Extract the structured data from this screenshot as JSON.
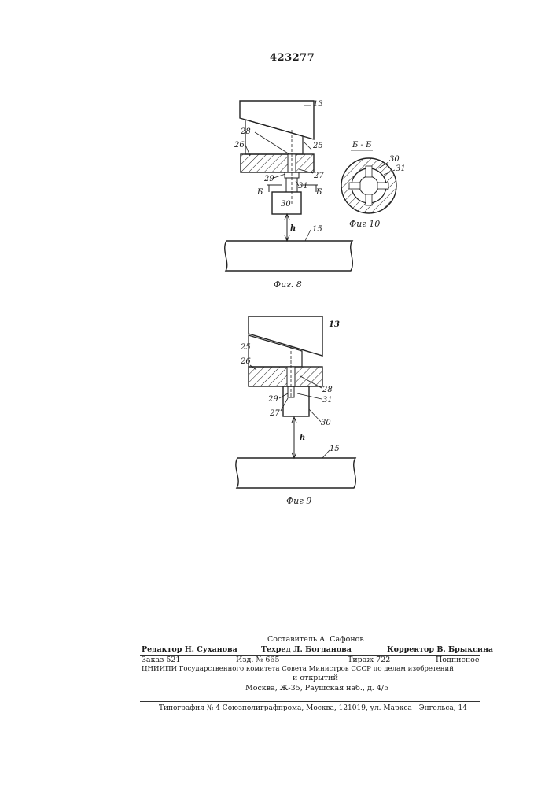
{
  "header": {
    "patent_number": "423277"
  },
  "figure8": {
    "caption": "Фиг. 8",
    "labels": {
      "l13": "13",
      "l25": "25",
      "l26": "26",
      "l28": "28",
      "l27": "27",
      "l29": "29",
      "l31": "31",
      "l30": "30",
      "l15": "15",
      "lh": "h",
      "sec_left": "Б",
      "sec_right": "Б"
    }
  },
  "figure10": {
    "section": "Б - Б",
    "caption": "Фиг 10",
    "labels": {
      "l30": "30",
      "l31": "31"
    }
  },
  "figure9": {
    "caption": "Фиг 9",
    "labels": {
      "l13": "13",
      "l25": "25",
      "l26": "26",
      "l28": "28",
      "l31": "31",
      "l29": "29",
      "l27": "27",
      "l30": "30",
      "l15": "15",
      "lh": "h"
    }
  },
  "colophon": {
    "compiler": "Составитель  А.  Сафонов",
    "editor": "Редактор  Н.  Суханова",
    "techred": "Техред  Л.  Богданова",
    "corrector": "Корректор  В.  Брыксина",
    "order": "Заказ  521",
    "edition": "Изд.  №  665",
    "circulation": "Тираж  722",
    "subscription": "Подписное",
    "institute": "ЦНИИПИ  Государственного  комитета  Совета  Министров  СССР  по  делам  изобретений",
    "institute2": "и  открытий",
    "address": "Москва,  Ж-35,  Раушская  наб.,  д.  4/5",
    "printer": "Типография  №  4  Союзполиграфпрома,  Москва,  121019,  ул.  Маркса—Энгельса,  14"
  }
}
